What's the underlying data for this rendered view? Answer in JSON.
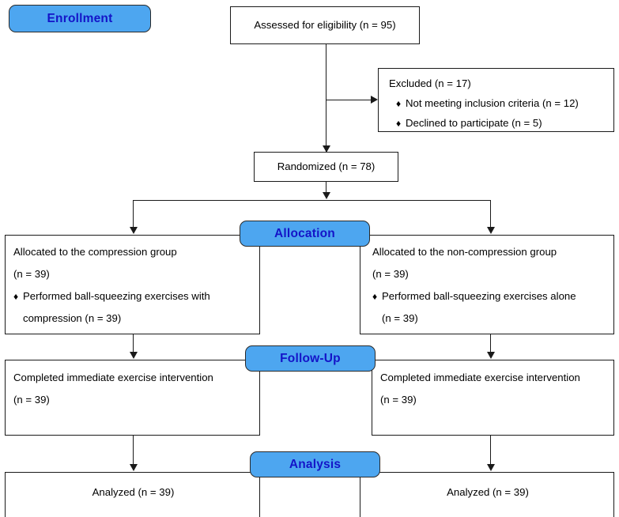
{
  "diagram": {
    "title": "CONSORT participant flow diagram",
    "accent_color": "#4DA6F0",
    "banner_text_color": "#1414C8",
    "line_color": "#1a1a1a",
    "bullet_glyph": "♦"
  },
  "banners": {
    "enrollment": "Enrollment",
    "allocation": "Allocation",
    "followup": "Follow-Up",
    "analysis": "Analysis"
  },
  "boxes": {
    "assessed": {
      "line1": "Assessed for eligibility (n = 95)"
    },
    "excluded": {
      "line1": "Excluded (n = 17)",
      "line2": "Not meeting inclusion criteria (n = 12)",
      "line3": "Declined to participate (n = 5)"
    },
    "randomized": {
      "line1": "Randomized (n = 78)"
    },
    "alloc_left": {
      "line1": "Allocated to the compression group",
      "line2": "(n = 39)",
      "line3": "Performed ball-squeezing exercises with",
      "line4": "compression (n = 39)"
    },
    "alloc_right": {
      "line1": "Allocated to the non-compression group",
      "line2": "(n = 39)",
      "line3": "Performed ball-squeezing exercises alone",
      "line4": "(n = 39)"
    },
    "follow_left": {
      "line1": "Completed immediate exercise intervention",
      "line2": "(n = 39)"
    },
    "follow_right": {
      "line1": "Completed immediate exercise intervention",
      "line2": "(n = 39)"
    },
    "analysis_left": {
      "line1": "Analyzed (n = 39)"
    },
    "analysis_right": {
      "line1": "Analyzed (n = 39)"
    }
  }
}
